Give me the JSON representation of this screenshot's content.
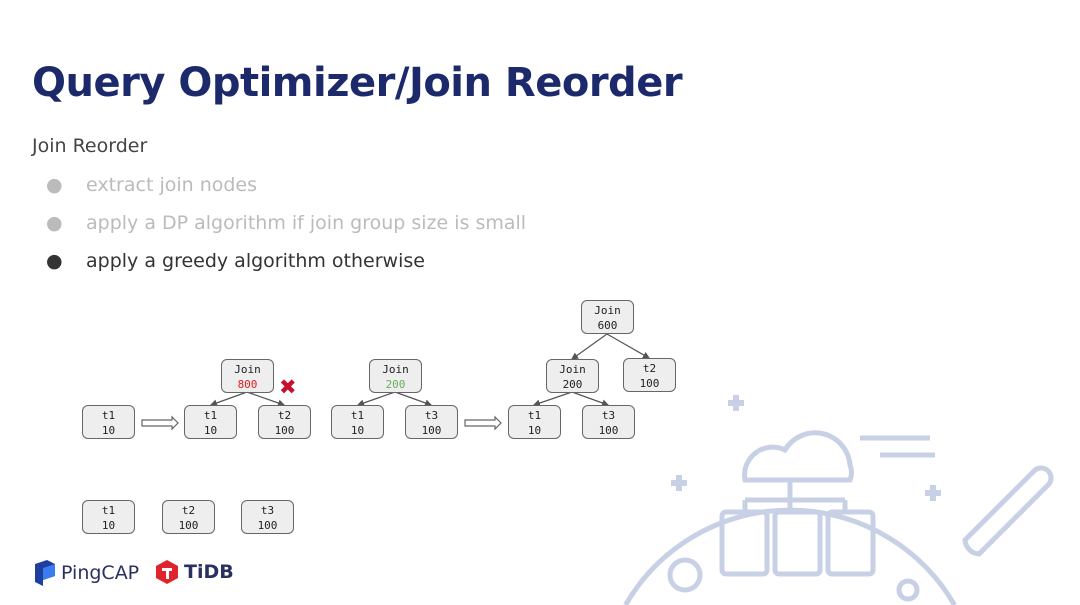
{
  "title": "Query Optimizer/Join Reorder",
  "subtitle": "Join Reorder",
  "bullets": [
    {
      "text": "extract join nodes",
      "active": false
    },
    {
      "text": "apply a DP algorithm if join group size is small",
      "active": false
    },
    {
      "text": "apply a greedy algorithm otherwise",
      "active": true
    }
  ],
  "bullet_glyph": "●",
  "diagram": {
    "start_t1": {
      "name": "t1",
      "rows": "10"
    },
    "step1": {
      "join": {
        "name": "Join",
        "rows": "800"
      },
      "left": {
        "name": "t1",
        "rows": "10"
      },
      "right": {
        "name": "t2",
        "rows": "100"
      },
      "rejected_icon": "✖"
    },
    "step2": {
      "join": {
        "name": "Join",
        "rows": "200"
      },
      "left": {
        "name": "t1",
        "rows": "10"
      },
      "right": {
        "name": "t3",
        "rows": "100"
      }
    },
    "step3": {
      "top": {
        "name": "Join",
        "rows": "600"
      },
      "join": {
        "name": "Join",
        "rows": "200"
      },
      "right": {
        "name": "t2",
        "rows": "100"
      },
      "left": {
        "name": "t1",
        "rows": "10"
      },
      "mid": {
        "name": "t3",
        "rows": "100"
      }
    },
    "tables": [
      {
        "name": "t1",
        "rows": "10"
      },
      {
        "name": "t2",
        "rows": "100"
      },
      {
        "name": "t3",
        "rows": "100"
      }
    ]
  },
  "logos": {
    "pingcap": "PingCAP",
    "tidb": "TiDB"
  },
  "colors": {
    "title": "#1c2a6b",
    "bad": "#e02020",
    "good": "#6aae5a",
    "decor": "#c8d0e6"
  }
}
